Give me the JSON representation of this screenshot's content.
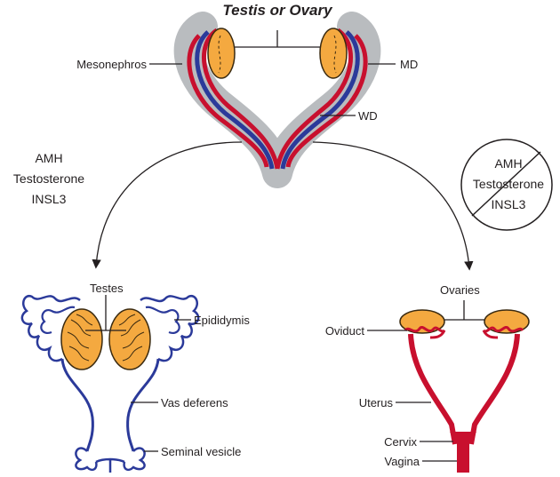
{
  "title": "Testis or Ovary",
  "top_labels": {
    "mesonephros": "Mesonephros",
    "md": "MD",
    "wd": "WD"
  },
  "male_hormones": [
    "AMH",
    "Testosterone",
    "INSL3"
  ],
  "female_hormones": [
    "AMH",
    "Testosterone",
    "INSL3"
  ],
  "male": {
    "testes": "Testes",
    "epididymis": "Epididymis",
    "vas_deferens": "Vas deferens",
    "seminal_vesicle": "Seminal vesicle"
  },
  "female": {
    "ovaries": "Ovaries",
    "oviduct": "Oviduct",
    "uterus": "Uterus",
    "cervix": "Cervix",
    "vagina": "Vagina"
  },
  "colors": {
    "gonad_fill": "#f4a940",
    "gonad_stroke": "#3a2a10",
    "mesonephros_gray": "#b9bcbf",
    "mullerian_duct_red": "#c8102e",
    "wolffian_duct_blue": "#2b3a9a",
    "line": "#231f20"
  }
}
